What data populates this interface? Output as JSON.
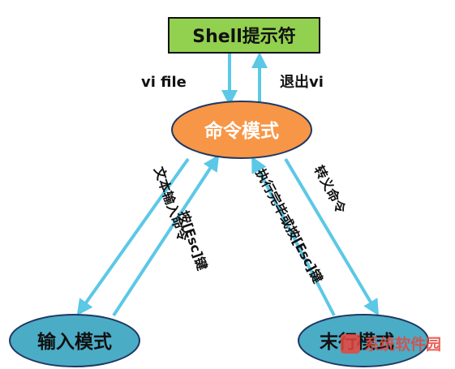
{
  "diagram": {
    "nodes": {
      "shell_prompt": {
        "label": "Shell提示符",
        "fill": "#92d050",
        "border": "#111111"
      },
      "command_mode": {
        "label": "命令模式",
        "fill": "#f79646",
        "border": "#1f3864"
      },
      "insert_mode": {
        "label": "输入模式",
        "fill": "#4bacc6",
        "border": "#1f3864"
      },
      "last_line_mode": {
        "label": "末行模式",
        "fill": "#4bacc6",
        "border": "#1f3864"
      }
    },
    "edges": {
      "shell_to_command": {
        "label": "vi file"
      },
      "command_to_shell": {
        "label": "退出vi"
      },
      "command_to_insert": {
        "label": "文本输入命令"
      },
      "insert_to_command": {
        "label": "按[Esc]键"
      },
      "lastline_to_command": {
        "label": "执行完毕或按[Esc]键"
      },
      "command_to_lastline": {
        "label": "转义命令"
      }
    },
    "arrow_color": "#5bc8e6",
    "watermark": {
      "text": "系统软件园",
      "color": "#e8453c"
    }
  }
}
